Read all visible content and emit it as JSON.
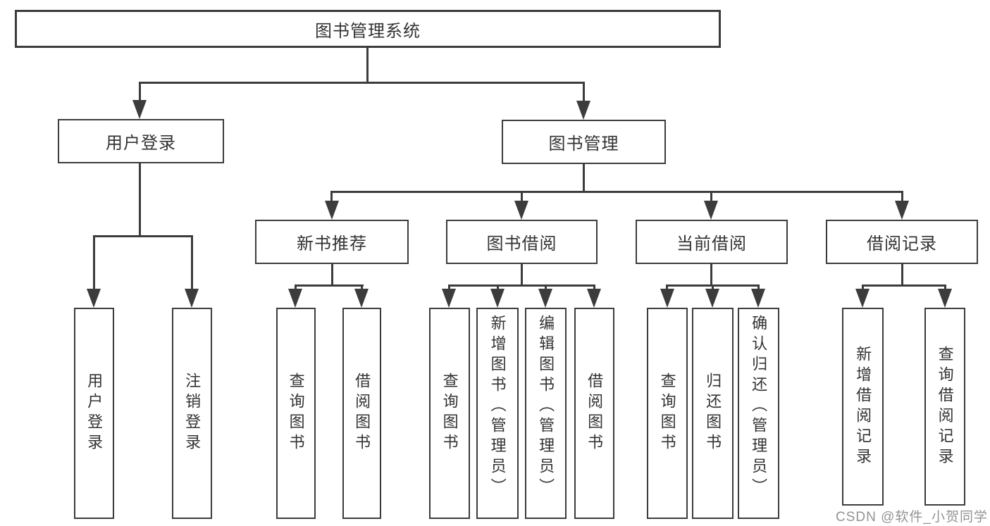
{
  "diagram": {
    "title": "图书管理系统",
    "level2": [
      {
        "label": "用户登录"
      },
      {
        "label": "图书管理"
      }
    ],
    "level3": [
      {
        "label": "新书推荐"
      },
      {
        "label": "图书借阅"
      },
      {
        "label": "当前借阅"
      },
      {
        "label": "借阅记录"
      }
    ],
    "leaves": [
      {
        "label": "用户登录"
      },
      {
        "label": "注销登录"
      },
      {
        "label": "查询图书"
      },
      {
        "label": "借阅图书"
      },
      {
        "label": "查询图书"
      },
      {
        "label": "新增图书（管理员）"
      },
      {
        "label": "编辑图书（管理员）"
      },
      {
        "label": "借阅图书"
      },
      {
        "label": "查询图书"
      },
      {
        "label": "归还图书"
      },
      {
        "label": "确认归还（管理员）"
      },
      {
        "label": "新增借阅记录"
      },
      {
        "label": "查询借阅记录"
      }
    ],
    "watermark": "CSDN @软件_小贺同学",
    "colors": {
      "line": "#3c3c3c",
      "text": "#333333",
      "watermark": "#808080",
      "background": "#ffffff"
    }
  }
}
